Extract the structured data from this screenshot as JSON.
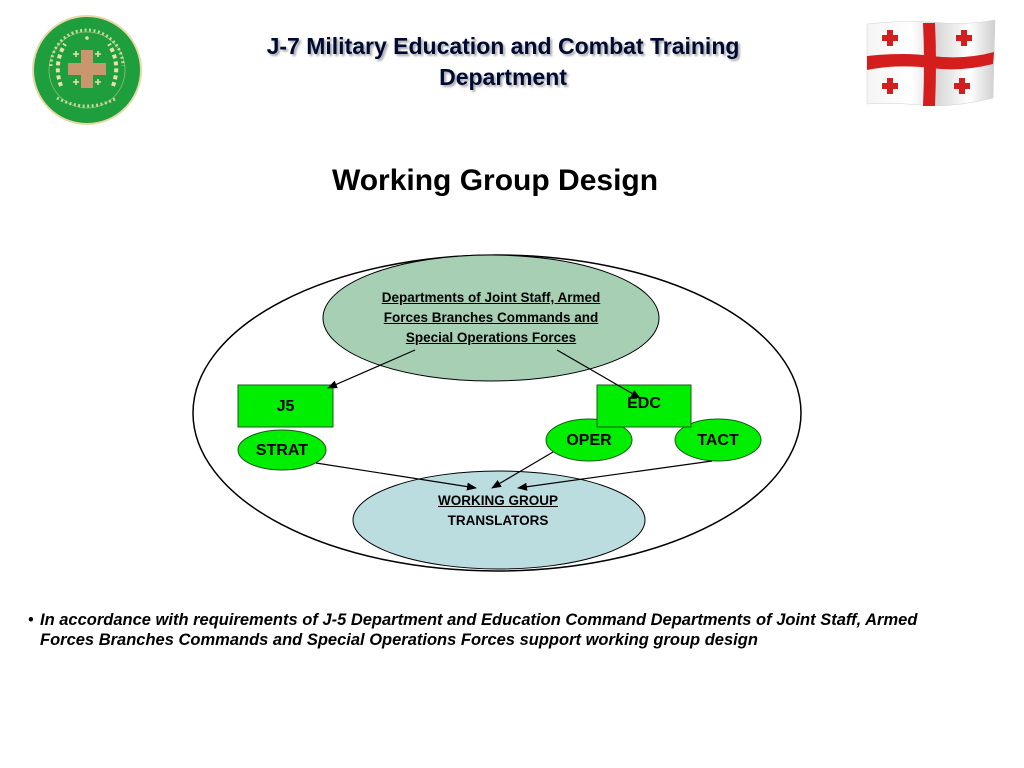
{
  "header": {
    "title_line1": "J-7 Military Education and Combat Training",
    "title_line2": "Department",
    "logo_left": "georgian-armed-forces-seal-icon",
    "logo_right": "georgian-flag-icon"
  },
  "slide": {
    "title": "Working Group Design"
  },
  "diagram": {
    "outer_container": "working-group-boundary",
    "nodes": {
      "top": {
        "label_line1": "Departments of Joint Staff,  Armed",
        "label_line2": "Forces Branches Commands and",
        "label_line3": "Special Operations Forces",
        "shape": "ellipse",
        "fill": "#a6cfb4"
      },
      "j5": {
        "label": "J5",
        "shape": "rectangle",
        "fill": "#00ee00"
      },
      "edc": {
        "label": "EDC",
        "shape": "rectangle",
        "fill": "#00ee00"
      },
      "strat": {
        "label": "STRAT",
        "shape": "ellipse",
        "fill": "#00ee00"
      },
      "oper": {
        "label": "OPER",
        "shape": "ellipse",
        "fill": "#00ee00"
      },
      "tact": {
        "label": "TACT",
        "shape": "ellipse",
        "fill": "#00ee00"
      },
      "working_group": {
        "label_line1": "WORKING GROUP",
        "label_line2": "TRANSLATORS",
        "shape": "ellipse",
        "fill": "#bcdde0"
      }
    },
    "edges": [
      {
        "from": "top",
        "to": "j5"
      },
      {
        "from": "top",
        "to": "edc"
      },
      {
        "from": "strat",
        "to": "working_group"
      },
      {
        "from": "oper",
        "to": "working_group"
      },
      {
        "from": "tact",
        "to": "working_group"
      }
    ]
  },
  "bullets": [
    {
      "marker": "•",
      "text": "In accordance with requirements of J-5 Department and Education Command Departments of Joint Staff, Armed Forces Branches Commands and Special Operations Forces support working group design"
    }
  ]
}
